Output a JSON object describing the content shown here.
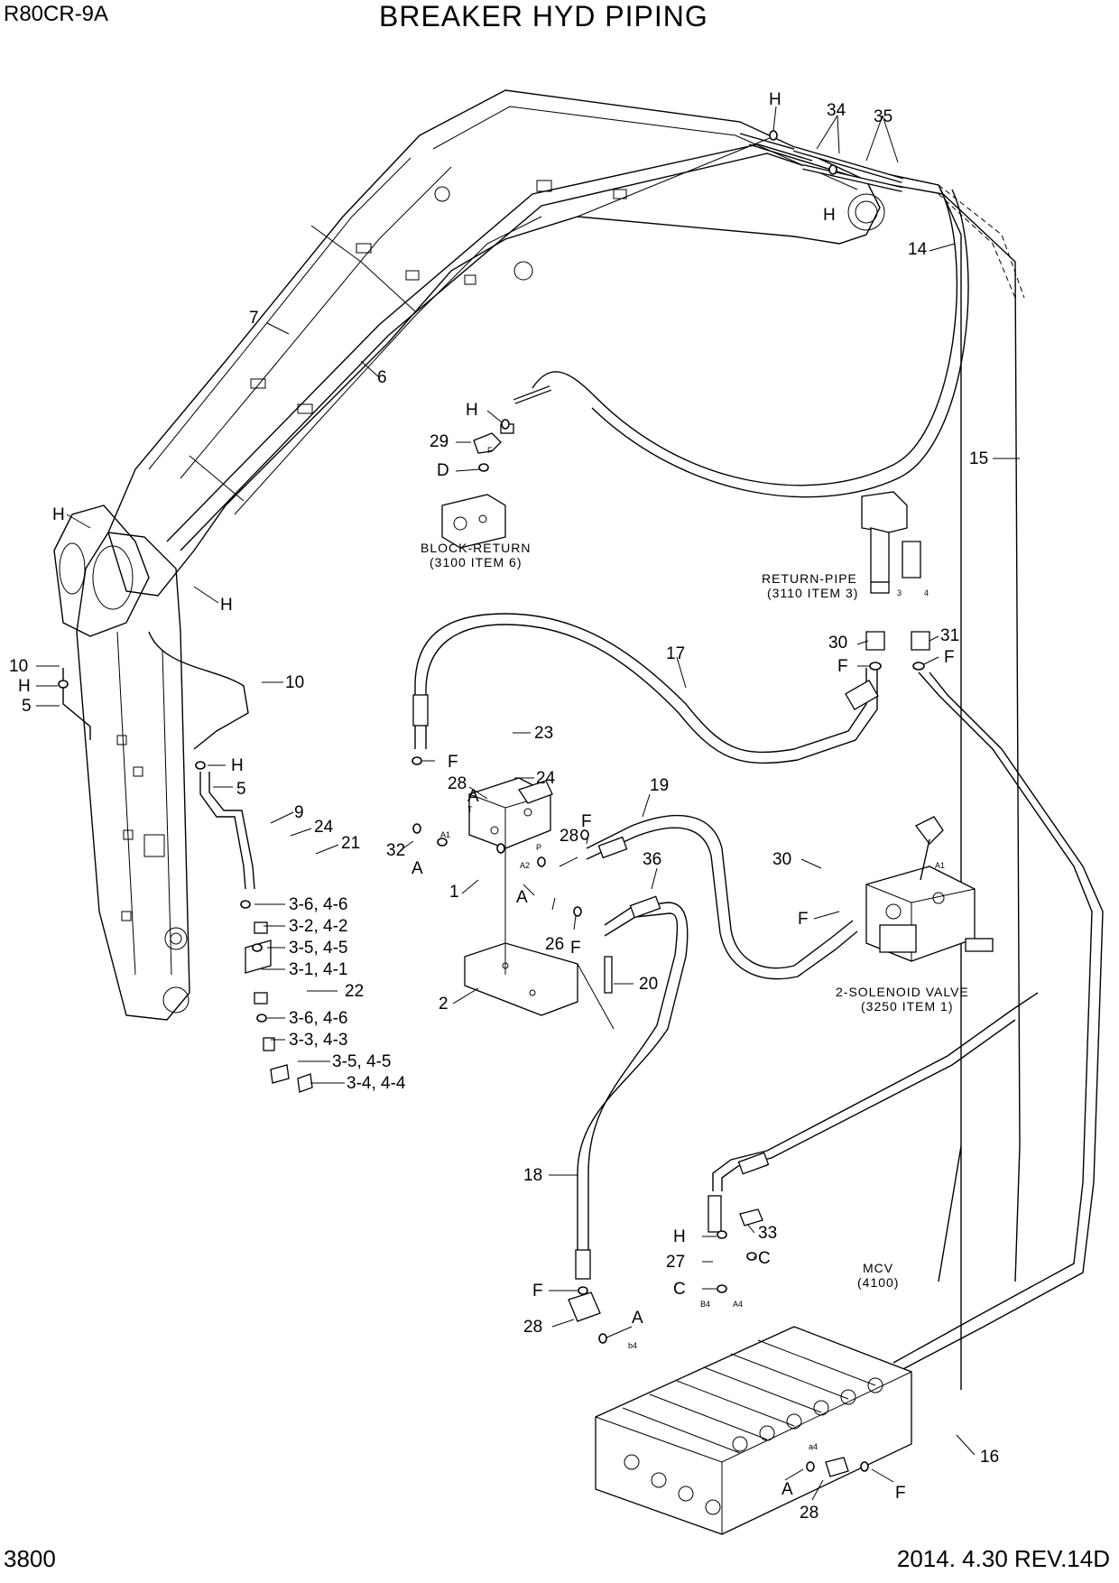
{
  "header": {
    "model": "R80CR-9A",
    "title": "BREAKER HYD PIPING"
  },
  "footer": {
    "page_number": "3800",
    "revision": "2014. 4.30  REV.14D"
  },
  "captions": {
    "block_return": [
      "BLOCK-RETURN",
      "(3100 ITEM 6)"
    ],
    "return_pipe": [
      "RETURN-PIPE",
      "(3110 ITEM 3)"
    ],
    "solenoid_valve": [
      "2-SOLENOID VALVE",
      "(3250 ITEM 1)"
    ],
    "mcv": [
      "MCV",
      "(4100)"
    ]
  },
  "callouts": {
    "c_h_top": "H",
    "c_34": "34",
    "c_35": "35",
    "c_h_top2": "H",
    "c_14": "14",
    "c_7": "7",
    "c_6": "6",
    "c_h_29": "H",
    "c_29": "29",
    "c_d": "D",
    "c_15": "15",
    "c_h_left": "H",
    "c_h_boom": "H",
    "c_10a": "10",
    "c_h_10": "H",
    "c_5a": "5",
    "c_10b": "10",
    "c_h_5": "H",
    "c_5b": "5",
    "c_9": "9",
    "c_24a": "24",
    "c_21": "21",
    "c_36a": "3-6, 4-6",
    "c_32a": "3-2, 4-2",
    "c_35a": "3-5, 4-5",
    "c_31a": "3-1, 4-1",
    "c_22": "22",
    "c_36b": "3-6, 4-6",
    "c_33a": "3-3, 4-3",
    "c_35b": "3-5, 4-5",
    "c_34a": "3-4, 4-4",
    "c_17": "17",
    "c_23": "23",
    "c_f_28": "F",
    "c_28a": "28",
    "c_24b": "24",
    "c_a_28": "A",
    "c_19": "19",
    "c_32": "32",
    "c_a_32": "A",
    "c_1": "1",
    "c_f_19": "F",
    "c_28b": "28",
    "c_a_26": "A",
    "c_26": "26",
    "c_f_26": "F",
    "c_36": "36",
    "c_2": "2",
    "c_20": "20",
    "c_30a": "30",
    "c_f_30a": "F",
    "c_31": "31",
    "c_f_31": "F",
    "c_30b": "30",
    "c_f_sol": "F",
    "c_18": "18",
    "c_h_27": "H",
    "c_33": "33",
    "c_27": "27",
    "c_c_27": "C",
    "c_c_33": "C",
    "c_f_18": "F",
    "c_28c": "28",
    "c_a_28c": "A",
    "c_16": "16",
    "c_a_28d": "A",
    "c_28d": "28",
    "c_f_16": "F"
  },
  "port_marks": {
    "t": "T",
    "a1": "A1",
    "a2": "A2",
    "p": "P",
    "f": "F",
    "n3": "3",
    "n4": "4",
    "sol_a1": "A1",
    "b4": "B4",
    "a4": "A4",
    "b4_small": "b4",
    "a4_small": "a4"
  }
}
